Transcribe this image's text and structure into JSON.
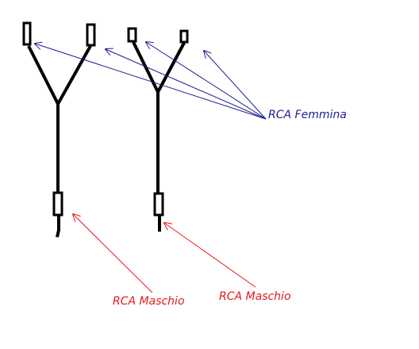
{
  "labels": {
    "female": "RCA Femmina",
    "male_1": "RCA Maschio",
    "male_2": "RCA Maschio"
  },
  "colors": {
    "cable": "#000000",
    "female_label": "#1e1e96",
    "male_label": "#e11b1b",
    "background": "#ffffff"
  }
}
